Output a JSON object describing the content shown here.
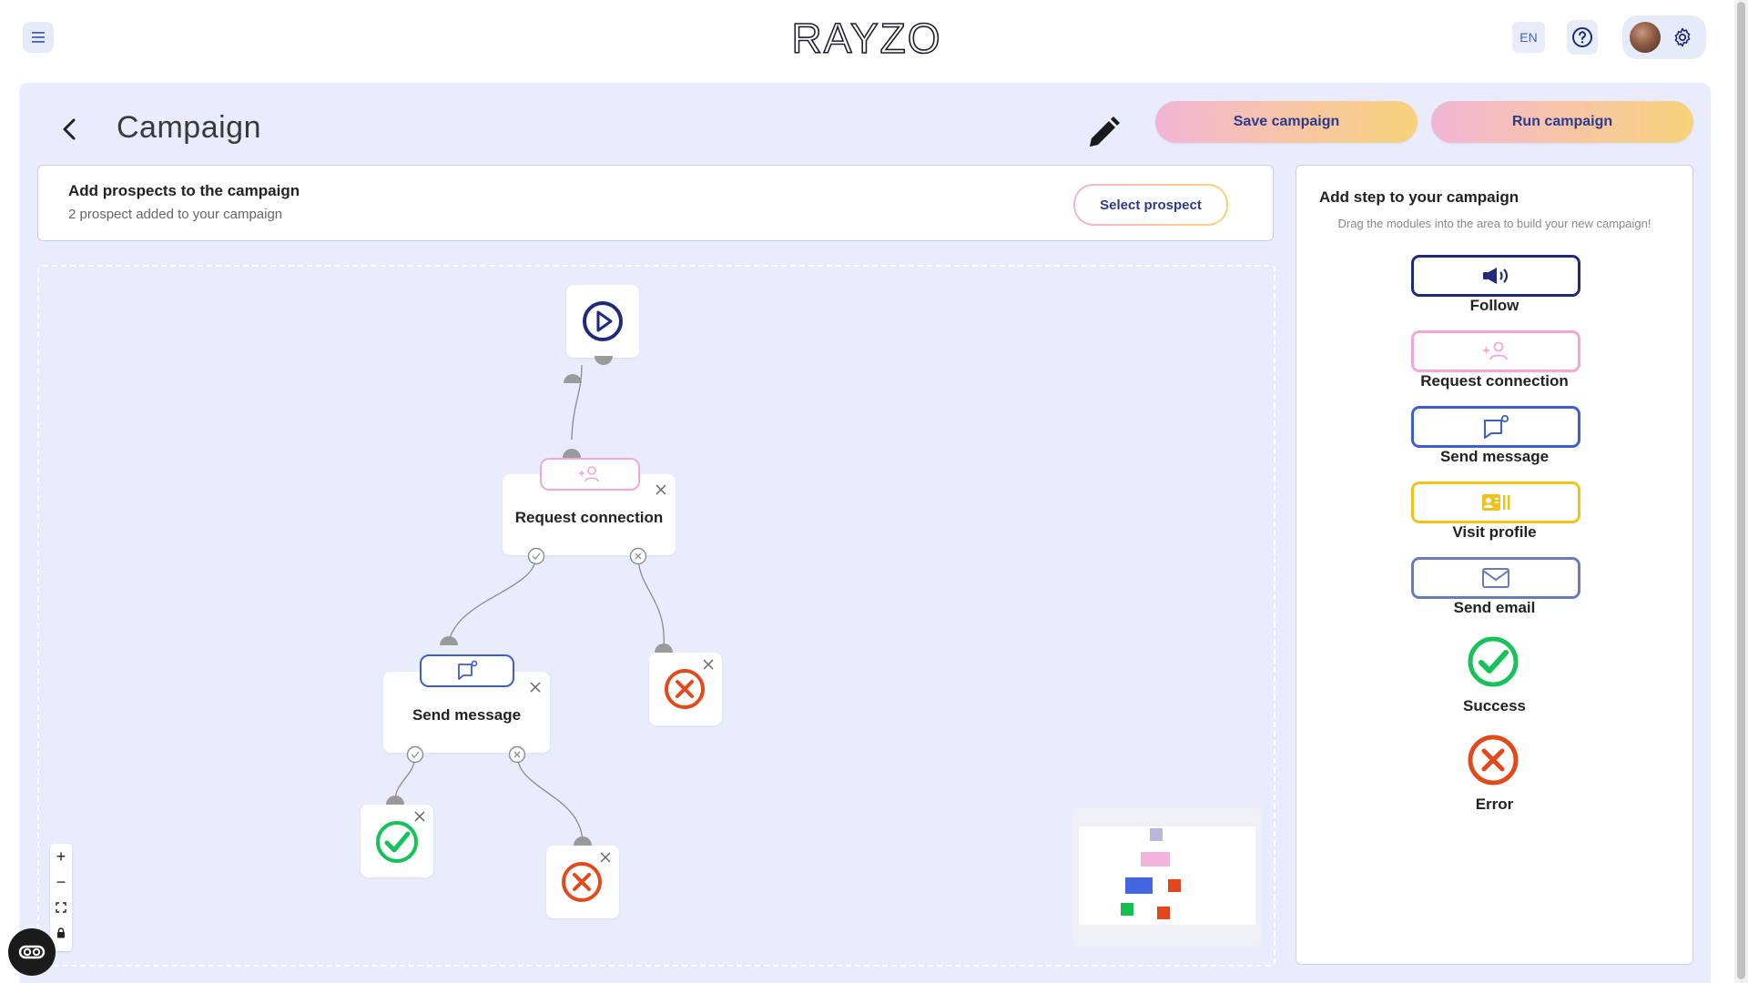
{
  "header": {
    "logo_text": "RAYZO",
    "language": "EN"
  },
  "campaign": {
    "title": "Campaign",
    "save_label": "Save campaign",
    "run_label": "Run campaign"
  },
  "prospects": {
    "title": "Add prospects to the campaign",
    "subtitle": "2 prospect added to your campaign",
    "select_label": "Select prospect"
  },
  "canvas": {
    "nodes": {
      "start": {
        "icon": "play-icon"
      },
      "request": {
        "label": "Request connection",
        "icon": "add-user-icon"
      },
      "message": {
        "label": "Send message",
        "icon": "message-icon"
      },
      "error_a": {
        "icon": "error-icon"
      },
      "success": {
        "icon": "success-icon"
      },
      "error_b": {
        "icon": "error-icon"
      }
    },
    "zoom": [
      "+",
      "−",
      "fit",
      "lock"
    ]
  },
  "steps_panel": {
    "title": "Add step to your campaign",
    "subtitle": "Drag the modules into the area to build your new campaign!",
    "modules": [
      {
        "label": "Follow",
        "icon": "megaphone-icon",
        "color": "#1f2a7a"
      },
      {
        "label": "Request connection",
        "icon": "add-user-icon",
        "color": "#f2a7d6"
      },
      {
        "label": "Send message",
        "icon": "message-icon",
        "color": "#3c5fcf"
      },
      {
        "label": "Visit profile",
        "icon": "profile-card-icon",
        "color": "#f2c21b"
      },
      {
        "label": "Send email",
        "icon": "mail-icon",
        "color": "#6a7bb8"
      },
      {
        "label": "Success",
        "icon": "success-icon",
        "color": "#16c25a"
      },
      {
        "label": "Error",
        "icon": "error-icon",
        "color": "#e24a1c"
      }
    ]
  },
  "colors": {
    "accent": "#2d3a8c",
    "panel_bg": "#e8ecfc",
    "success": "#16c25a",
    "error": "#e24a1c"
  }
}
